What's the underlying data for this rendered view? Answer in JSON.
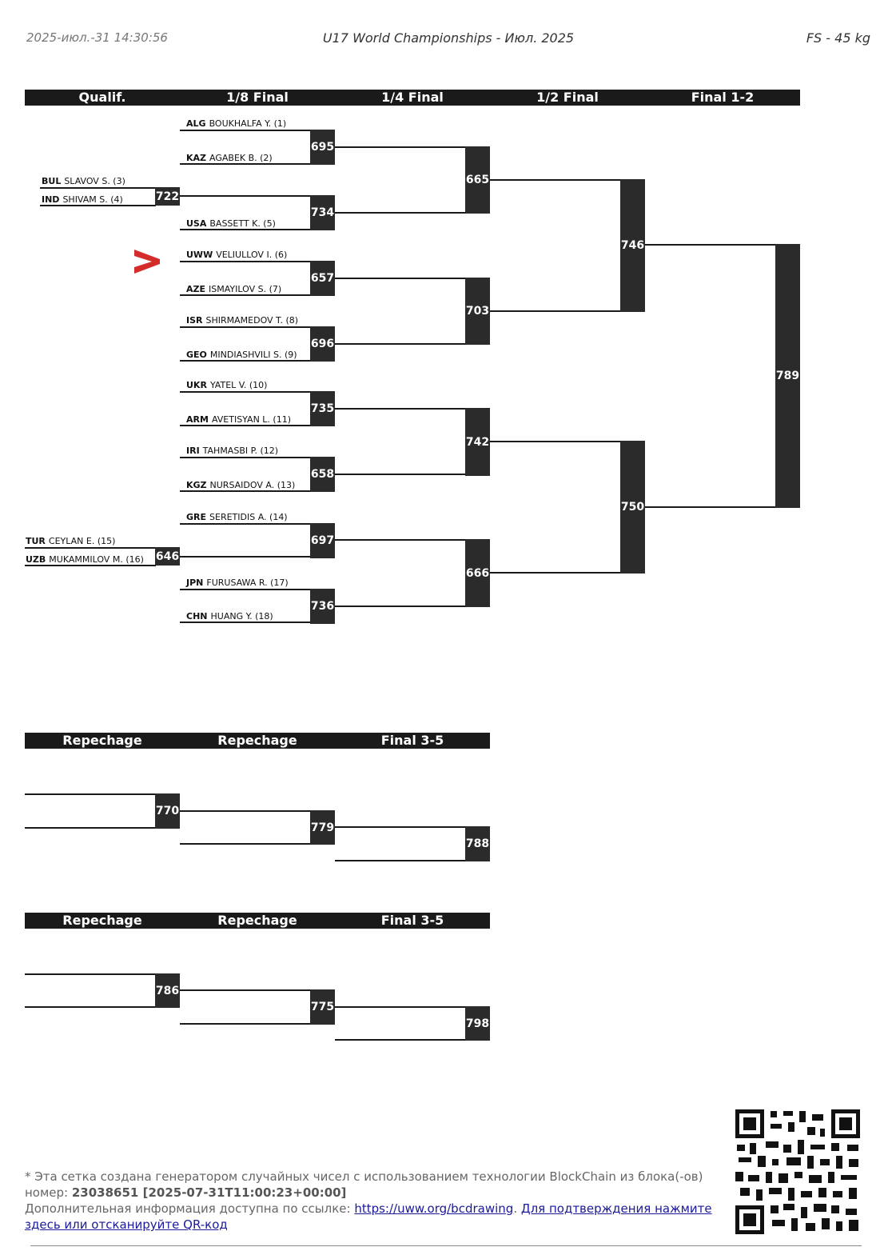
{
  "header": {
    "timestamp": "2025-июл.-31 14:30:56",
    "title": "U17 World Championships - Июл. 2025",
    "category": "FS - 45 kg"
  },
  "main_bracket_columns": [
    "Qualif.",
    "1/8 Final",
    "1/4 Final",
    "1/2 Final",
    "Final 1-2"
  ],
  "qualification": [
    {
      "country": "BUL",
      "name": "SLAVOV S. (3)"
    },
    {
      "country": "IND",
      "name": "SHIVAM S. (4)"
    },
    {
      "country": "TUR",
      "name": "CEYLAN E. (15)"
    },
    {
      "country": "UZB",
      "name": "MUKAMMILOV M. (16)"
    }
  ],
  "round_of_16": [
    {
      "country": "ALG",
      "name": "BOUKHALFA Y. (1)"
    },
    {
      "country": "KAZ",
      "name": "AGABEK B. (2)"
    },
    {
      "country": "USA",
      "name": "BASSETT K. (5)"
    },
    {
      "country": "UWW",
      "name": "VELIULLOV I. (6)"
    },
    {
      "country": "AZE",
      "name": "ISMAYILOV S. (7)"
    },
    {
      "country": "ISR",
      "name": "SHIRMAMEDOV T. (8)"
    },
    {
      "country": "GEO",
      "name": "MINDIASHVILI S. (9)"
    },
    {
      "country": "UKR",
      "name": "YATEL V. (10)"
    },
    {
      "country": "ARM",
      "name": "AVETISYAN L. (11)"
    },
    {
      "country": "IRI",
      "name": "TAHMASBI P. (12)"
    },
    {
      "country": "KGZ",
      "name": "NURSAIDOV A. (13)"
    },
    {
      "country": "GRE",
      "name": "SERETIDIS A. (14)"
    },
    {
      "country": "JPN",
      "name": "FURUSAWA R. (17)"
    },
    {
      "country": "CHN",
      "name": "HUANG Y. (18)"
    }
  ],
  "bouts": {
    "qualif": [
      "722",
      "646"
    ],
    "r16": [
      "695",
      "734",
      "657",
      "696",
      "735",
      "658",
      "697",
      "736"
    ],
    "qf": [
      "665",
      "703",
      "742",
      "666"
    ],
    "sf": [
      "746",
      "750"
    ],
    "final": "789"
  },
  "repechage_columns": [
    "Repechage",
    "Repechage",
    "Final 3-5"
  ],
  "repechage_1": [
    "770",
    "779",
    "788"
  ],
  "repechage_2": [
    "786",
    "775",
    "798"
  ],
  "footer": {
    "line1": "* Эта сетка создана генератором случайных чисел с использованием технологии BlockChain из блока(-ов) номер: ",
    "block": "23038651 [2025-07-31T11:00:23+00:00]",
    "line2": "Дополнительная информация доступна по ссылке: ",
    "link": "https://uww.org/bcdrawing",
    "link_tail": "Для подтверждения нажмите здесь или отсканируйте QR-код"
  },
  "colors": {
    "accent_arrow": "#d42b2b",
    "bar": "#1a1a1a"
  }
}
